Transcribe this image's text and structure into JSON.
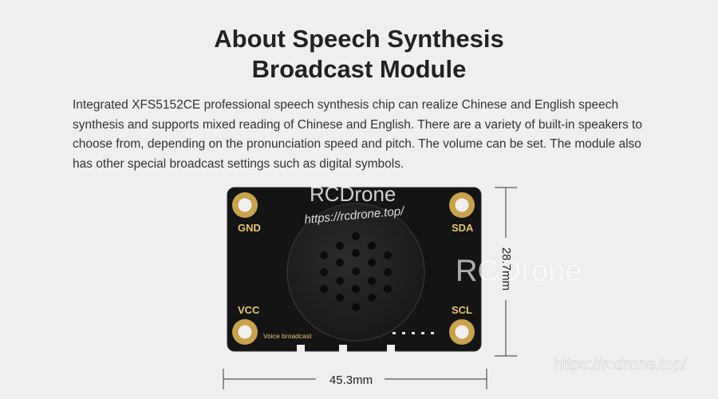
{
  "heading": {
    "line1": "About Speech Synthesis",
    "line2": "Broadcast Module"
  },
  "description": "Integrated XFS5152CE professional speech synthesis chip can realize Chinese and English speech synthesis and supports mixed reading of Chinese and English. There are a variety of built-in speakers to choose from, depending on the pronunciation speed and pitch. The volume can be set. The module also has other special broadcast settings such as digital symbols.",
  "board": {
    "pins": {
      "gnd": "GND",
      "sda": "SDA",
      "vcc": "VCC",
      "scl": "SCL"
    },
    "label": "Voice broadcast"
  },
  "dimensions": {
    "width": "45.3mm",
    "height": "28.7mm"
  },
  "watermarks": {
    "brand": "RCDrone",
    "url": "https://rcdrone.top/",
    "url_bottom": "https://rcdrone.top/"
  },
  "colors": {
    "background": "#efefef",
    "board": "#141414",
    "pad_gold": "#c9a24a",
    "pin_label": "#e9c56a"
  }
}
